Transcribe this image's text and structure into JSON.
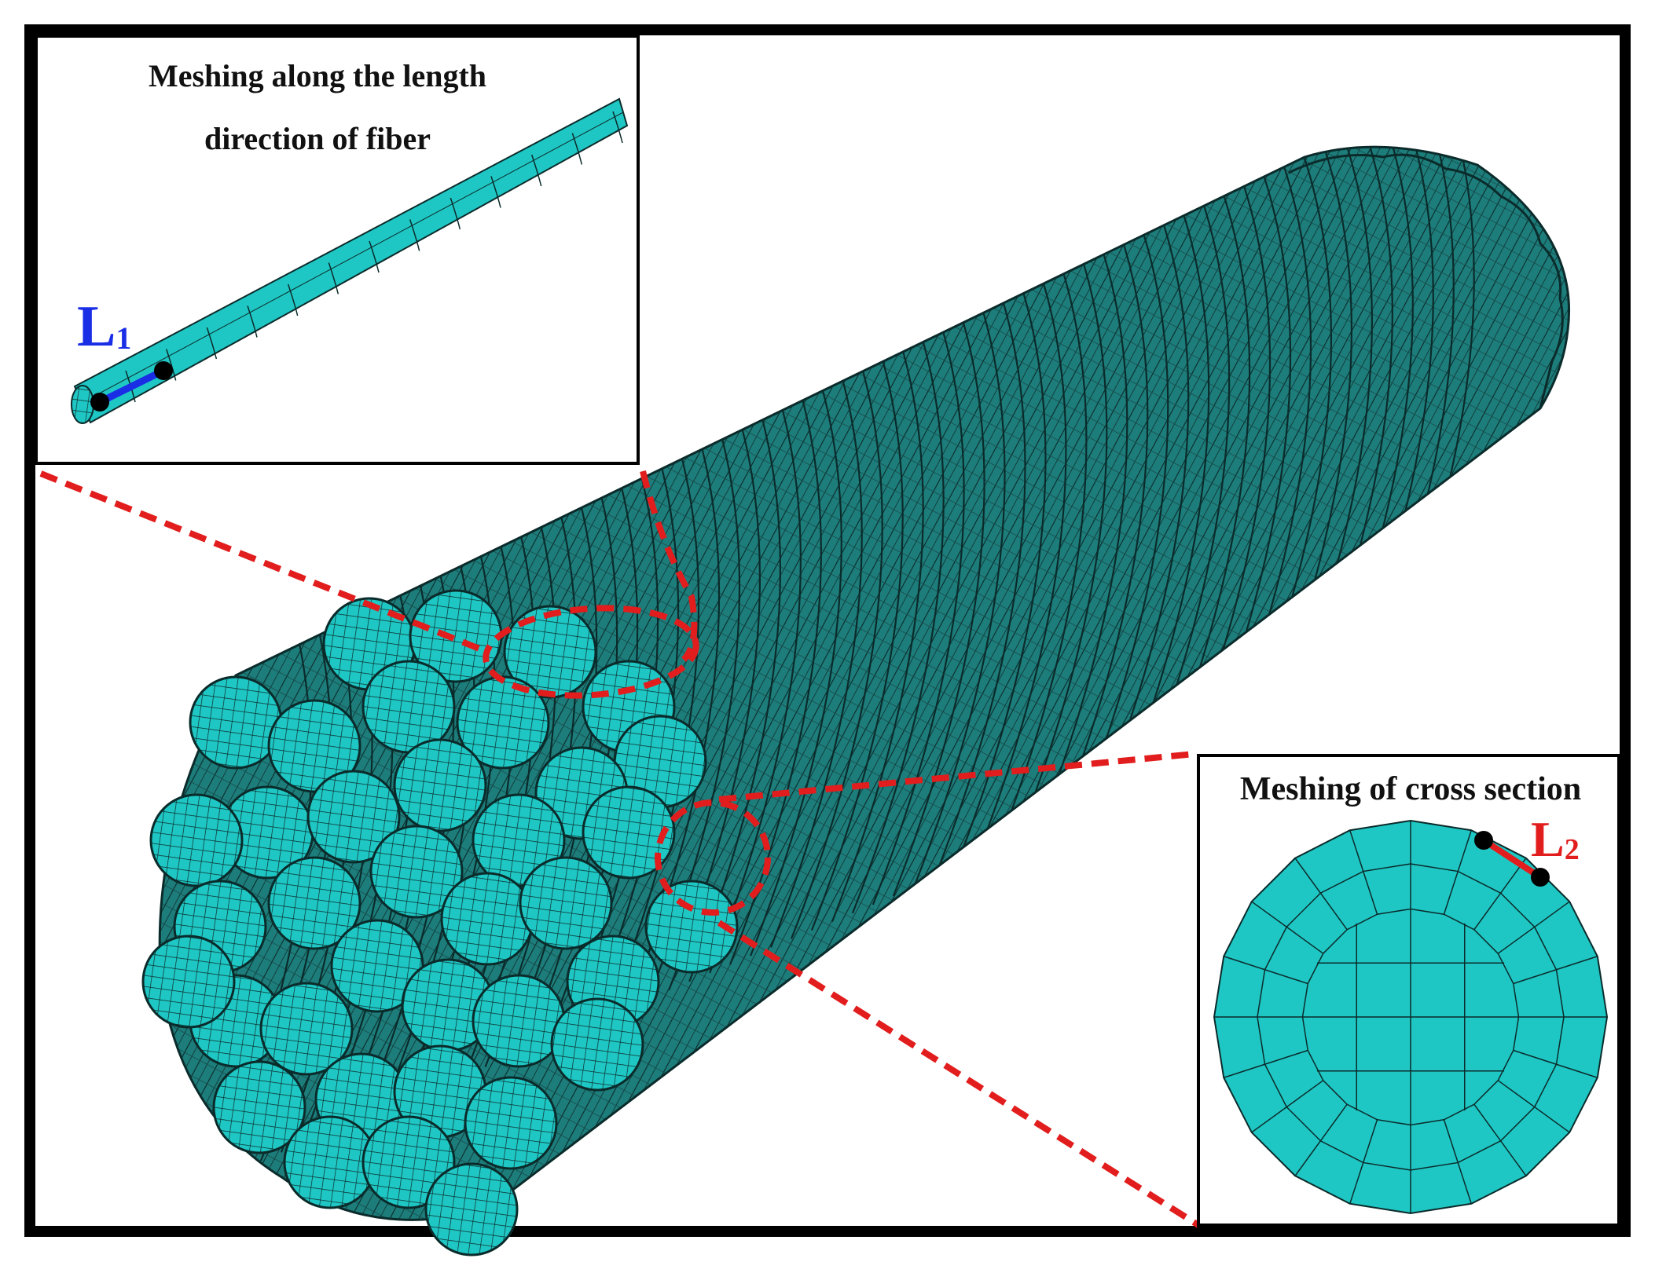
{
  "inset_top": {
    "title_line1": "Meshing along the length",
    "title_line2": "direction of fiber",
    "marker_letter": "L",
    "marker_sub": "1"
  },
  "inset_bottom": {
    "title": "Meshing of cross section",
    "marker_letter": "L",
    "marker_sub": "2"
  },
  "colors": {
    "mesh_fill": "#1fc7c4",
    "mesh_fill_dark": "#1a8e8c",
    "body_dark": "#1f6f6d",
    "mesh_line": "#0b2b2b",
    "callout": "#e21d1d",
    "l1_line": "#1a2ee6",
    "l2_line": "#e21d1d",
    "frame": "#000000"
  }
}
